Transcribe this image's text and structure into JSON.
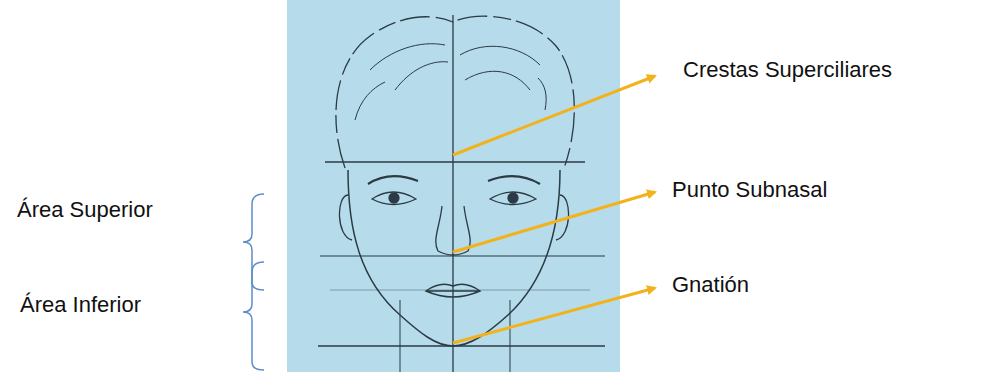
{
  "diagram": {
    "labels": [
      "Crestas Superciliares",
      "Área Superior",
      "Punto Subnasal",
      "Área Inferior",
      "Gnatión"
    ]
  }
}
